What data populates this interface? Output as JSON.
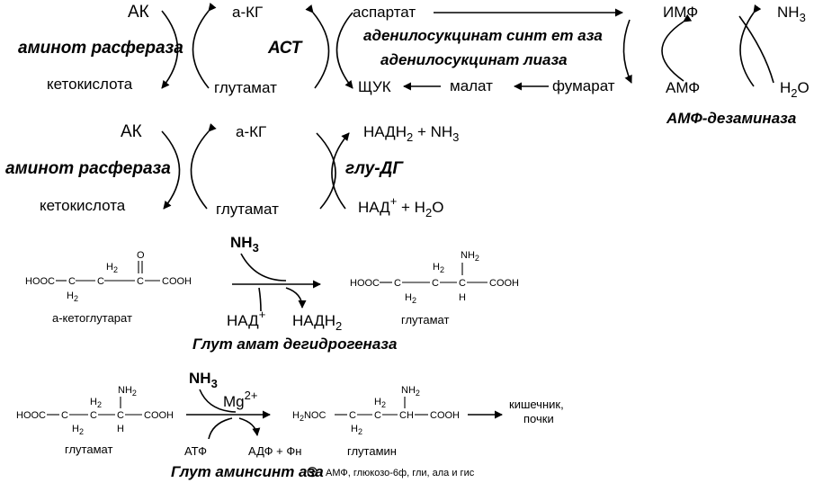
{
  "row1": {
    "ak": "АК",
    "akg": "а-КГ",
    "aspartat": "аспартат",
    "imf": "ИМФ",
    "nh3_main": "NH",
    "nh3_sub": "3",
    "aminotransferase": "аминот расфераза",
    "ast": "АСТ",
    "adsl_synthetase": "аденилосукцинат синт ет аза",
    "adsl_lyase": "аденилосукцинат лиаза",
    "ketoacid": "кетокислота",
    "glutamat": "глутамат",
    "oaa": "ЩУК",
    "malat": "малат",
    "fumarat": "фумарат",
    "amf": "АМФ",
    "h2o_h": "H",
    "h2o_sub": "2",
    "h2o_o": "O",
    "amp_deaminase": "АМФ-дезаминаза"
  },
  "row2": {
    "ak": "АК",
    "akg": "а-КГ",
    "nadh_main": "НАДН",
    "nadh_sub": "2",
    "nadh_plus": " + NH",
    "nadh_nh3_sub": "3",
    "aminotransferase": "аминот расфераза",
    "glu_dg": "глу-ДГ",
    "ketoacid": "кетокислота",
    "glutamat": "глутамат",
    "nad": "НАД",
    "nad_sup": "+",
    "plus_h": " +  H",
    "h2o_sub": "2",
    "h2o_o": "O"
  },
  "reaction3": {
    "nh3_main": "NH",
    "nh3_sub": "3",
    "sub_hooc": "HOOC",
    "sub_h2a": "H",
    "sub_h2a_sub": "2",
    "sub_h2b": "H",
    "sub_h2b_sub": "2",
    "sub_c1": "C",
    "sub_c2": "C",
    "sub_c3": "C",
    "sub_o": "O",
    "sub_cooh": "COOH",
    "sub_name": "а-кетоглутарат",
    "prod_hooc": "HOOC",
    "prod_nh2": "NH",
    "prod_nh2_sub": "2",
    "prod_h2a": "H",
    "prod_h2a_sub": "2",
    "prod_h2b": "H",
    "prod_h2b_sub": "2",
    "prod_c1": "C",
    "prod_c2": "C",
    "prod_c3": "C",
    "prod_h": "H",
    "prod_cooh": "COOH",
    "prod_name": "глутамат",
    "nad": "НАД",
    "nad_sup": "+",
    "nadh": "НАДН",
    "nadh_sub": "2",
    "enzyme": "Глут амат дегидрогеназа"
  },
  "reaction4": {
    "nh3_main": "NH",
    "nh3_sub": "3",
    "mg": "Mg",
    "mg_sup": "2+",
    "sub_hooc": "HOOC",
    "sub_nh2": "NH",
    "sub_nh2_sub": "2",
    "sub_h2a": "H",
    "sub_h2a_sub": "2",
    "sub_h2b": "H",
    "sub_h2b_sub": "2",
    "sub_c1": "C",
    "sub_c2": "C",
    "sub_c3": "C",
    "sub_h": "H",
    "sub_cooh": "COOH",
    "sub_name": "глутамат",
    "prod_h2n": "H",
    "prod_h2n_sub": "2",
    "prod_noc": "NOC",
    "prod_nh2": "NH",
    "prod_nh2_sub": "2",
    "prod_h2a": "H",
    "prod_h2a_sub": "2",
    "prod_h2b": "H",
    "prod_h2b_sub": "2",
    "prod_c1": "C",
    "prod_c2": "C",
    "prod_ch": "CH",
    "prod_cooh": "COOH",
    "prod_name": "глутамин",
    "atf": "АТФ",
    "adf": "АДФ + Фн",
    "destination_line1": "кишечник,",
    "destination_line2": "почки",
    "enzyme": "Глут аминсинт аза",
    "inhibitor_symbol": "⊖",
    "inhibitors": "АМФ, глюкозо-6ф, гли, ала и гис"
  }
}
